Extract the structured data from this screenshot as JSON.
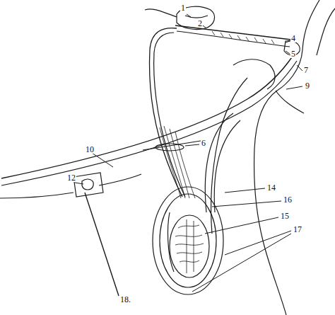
{
  "diagram": {
    "labels": [
      "1",
      "2",
      "4",
      "5",
      "7",
      "9",
      "6",
      "10",
      "12",
      "14",
      "16",
      "15",
      "17",
      "18."
    ]
  }
}
